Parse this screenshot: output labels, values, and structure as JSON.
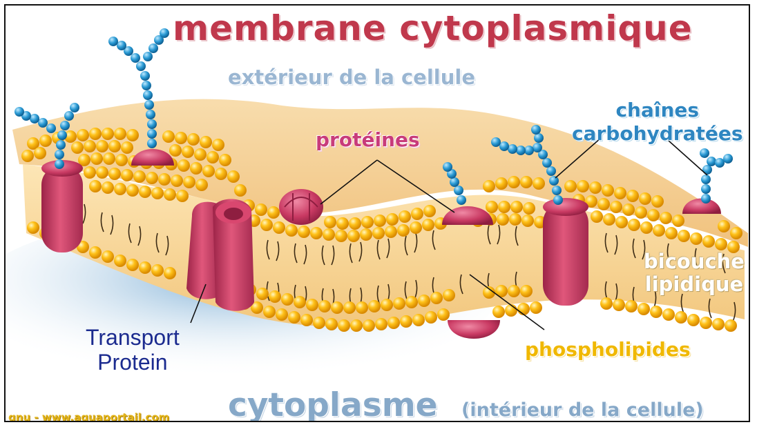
{
  "title": "membrane cytoplasmique",
  "labels": {
    "outside": "extérieur de la cellule",
    "proteins": "protéines",
    "carbohydrate_line1": "chaînes",
    "carbohydrate_line2": "carbohydratées",
    "bilayer_line1": "bicouche",
    "bilayer_line2": "lipidique",
    "transport_line1": "Transport",
    "transport_line2": "Protein",
    "phospholipids": "phospholipides",
    "cytoplasm": "cytoplasme",
    "cytoplasm_note": "(intérieur de la cellule)"
  },
  "credit": "gnu - www.aquaportail.com",
  "colors": {
    "title": "#c0384c",
    "proteins_label": "#c83b7a",
    "carbohydrate_label": "#2e86c1",
    "transport_label": "#1b2b8f",
    "phospholipid_label": "#f0b800",
    "outside_label": "#9ab6d2",
    "membrane_body": "#f3cb82",
    "phospholipid_head": "#f5b400",
    "protein": "#c73a63",
    "carbohydrate_bead": "#1f8fc7",
    "shadow": "#9fc2dd"
  }
}
